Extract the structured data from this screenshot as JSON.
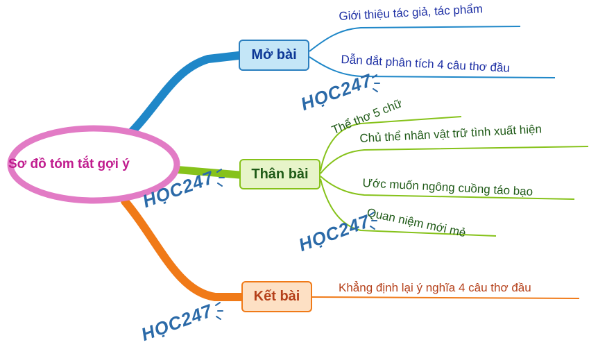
{
  "center": {
    "label": "Sơ đồ tóm tắt gợi ý",
    "ring_color": "#e27bc5"
  },
  "nodes": {
    "mo_bai": "Mở bài",
    "than_bai": "Thân bài",
    "ket_bai": "Kết bài"
  },
  "branches": {
    "mo_bai": [
      "Giới thiệu tác giả, tác phẩm",
      "Dẫn dắt phân tích 4 câu thơ đầu"
    ],
    "than_bai": [
      "Thể thơ 5 chữ",
      "Chủ thể nhân vật trữ tình xuất hiện",
      "Ước muốn ngông cuồng táo bạo",
      "Quan niệm mới mẻ"
    ],
    "ket_bai": [
      "Khẳng định lại ý nghĩa 4 câu thơ đầu"
    ]
  },
  "watermark": "HỌC247",
  "colors": {
    "blue": "#1f87c8",
    "green": "#86c21a",
    "orange": "#f07a18"
  }
}
